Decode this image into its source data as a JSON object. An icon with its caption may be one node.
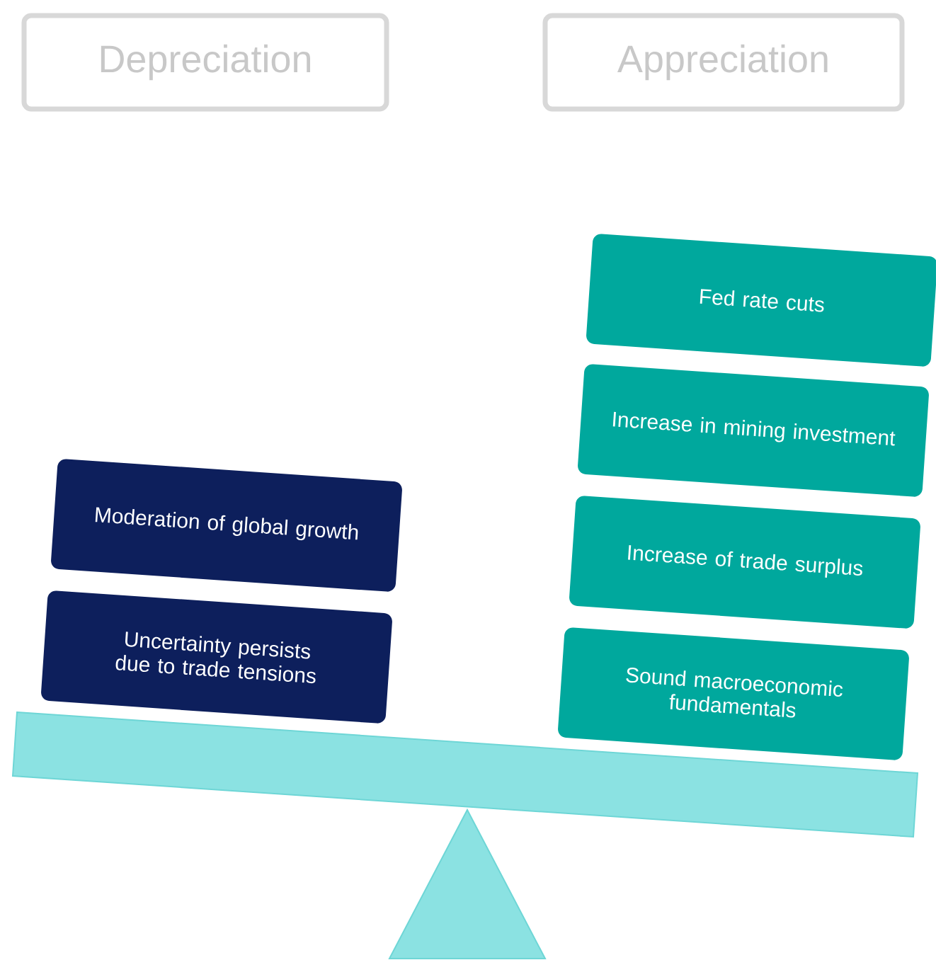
{
  "diagram": {
    "nodes": [
      {
        "text": [
          "Depreciation"
        ]
      },
      {
        "text": [
          "Appreciation"
        ]
      },
      {
        "text": [
          "Fed rate cuts"
        ]
      },
      {
        "text": [
          "Increase in mining investment"
        ]
      },
      {
        "text": [
          "Increase of trade surplus"
        ]
      },
      {
        "text": [
          "Sound macroeconomic fundamentals"
        ]
      },
      {
        "text": [
          "Moderation of global growth"
        ]
      },
      {
        "text": [
          "Uncertainty persists due to trade tensions"
        ]
      }
    ],
    "edges": []
  }
}
